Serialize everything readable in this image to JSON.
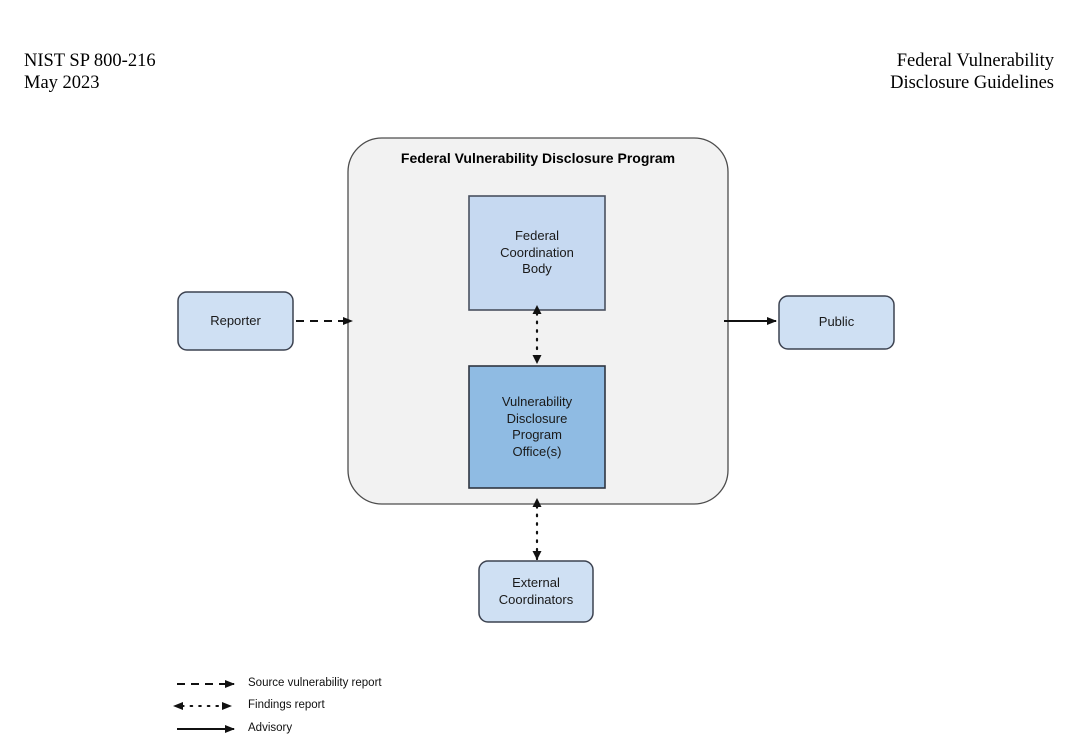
{
  "header": {
    "left_line1": "NIST SP 800-216",
    "left_line2": "May 2023",
    "left_text": "NIST SP 800-216\nMay 2023",
    "right_line1": "Federal Vulnerability",
    "right_line2": "Disclosure Guidelines",
    "right_text": "Federal Vulnerability\nDisclosure Guidelines"
  },
  "diagram": {
    "group": {
      "title": "Federal Vulnerability Disclosure Program",
      "fill": "#f2f2f2",
      "stroke": "#4d4d4d"
    },
    "nodes": {
      "reporter": {
        "label": "Reporter",
        "fill": "#cfe0f3",
        "stroke": "#3c4250"
      },
      "federal_coordination_body": {
        "label": "Federal\nCoordination\nBody",
        "fill": "#c6d9f1",
        "stroke": "#4a5160"
      },
      "vdp_office": {
        "label": "Vulnerability\nDisclosure\nProgram\nOffice(s)",
        "fill": "#8fbbe3",
        "stroke": "#2f3642"
      },
      "external_coordinators": {
        "label": "External\nCoordinators",
        "fill": "#cfe0f3",
        "stroke": "#3c4250"
      },
      "public": {
        "label": "Public",
        "fill": "#cfe0f3",
        "stroke": "#3c4250"
      }
    },
    "legend": [
      {
        "style": "dashed",
        "arrows": "end",
        "label": "Source vulnerability report"
      },
      {
        "style": "dotted",
        "arrows": "both",
        "label": "Findings report"
      },
      {
        "style": "solid",
        "arrows": "end",
        "label": "Advisory"
      }
    ]
  }
}
